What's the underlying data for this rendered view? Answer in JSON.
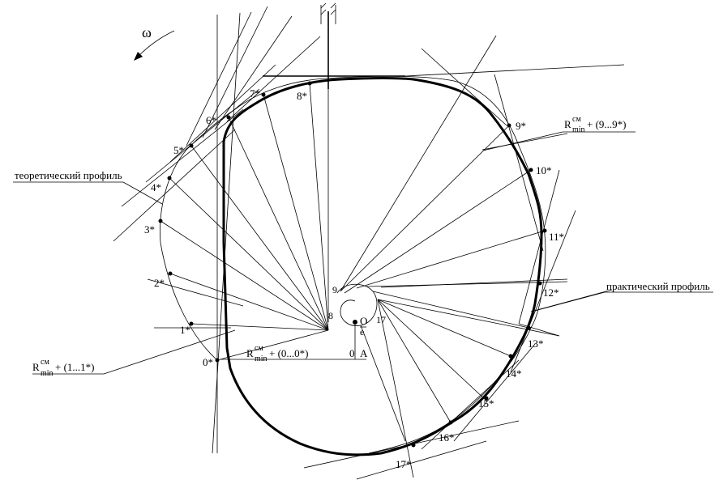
{
  "omega_label": "ω",
  "center_label": "O",
  "ecc_label": "e",
  "point_zero_label": "0",
  "point_a_label": "A",
  "inner_labels": {
    "nine": "9",
    "eight": "8",
    "seventeen": "17"
  },
  "point_labels": [
    "0*",
    "1*",
    "2*",
    "3*",
    "4*",
    "5*",
    "6*",
    "7*",
    "8*",
    "9*",
    "10*",
    "11*",
    "12*",
    "13*",
    "14*",
    "15*",
    "16*",
    "17*"
  ],
  "theoretical_profile_label": "теоретический профиль",
  "practical_profile_label": "практический профиль",
  "r1": {
    "main": "R",
    "sup": "см",
    "sub": "min",
    "tail": "+ (1...1*)"
  },
  "r0": {
    "main": "R",
    "sup": "см",
    "sub": "min",
    "tail": "+ (0...0*)"
  },
  "r9": {
    "main": "R",
    "sup": "см",
    "sub": "min",
    "tail": "+ (9...9*)"
  }
}
